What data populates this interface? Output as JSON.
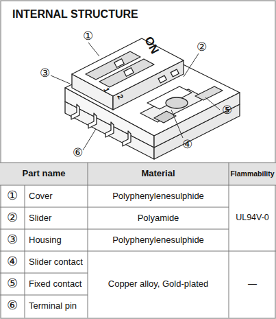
{
  "diagram": {
    "title": "INTERNAL STRUCTURE",
    "labels": [
      "①",
      "②",
      "③",
      "④",
      "⑤",
      "⑥",
      "ON",
      "1",
      "2",
      "Part name",
      "Material",
      "Flammability",
      "①",
      "Cover",
      "Polyphenylenesulphide",
      "②",
      "Slider",
      "Polyamide",
      "③",
      "Housing",
      "Polyphenylenesulphide",
      "UL94V-0",
      "④",
      "Slider contact",
      "⑤",
      "Fixed contact",
      "⑥",
      "Terminal pin",
      "Copper alloy, Gold-plated",
      "—"
    ]
  }
}
